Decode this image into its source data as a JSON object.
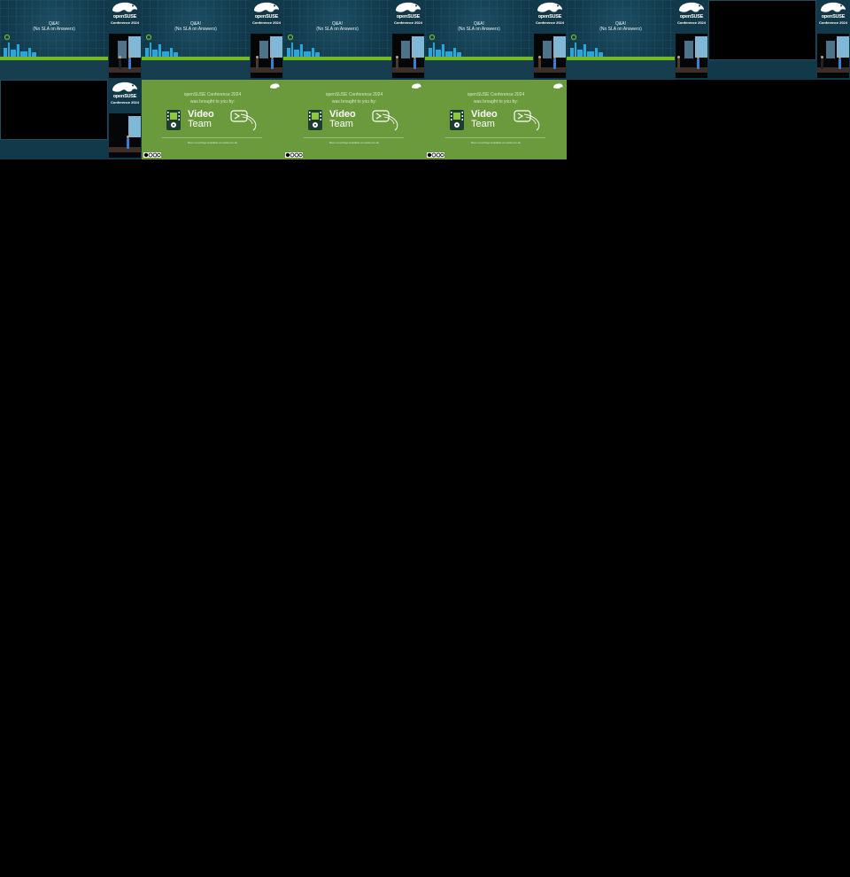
{
  "slide": {
    "line1": "Q&A!",
    "line2": "(No SLA on Answers)"
  },
  "brand": {
    "name": "openSUSE",
    "event": "Conference 2024"
  },
  "end_slide": {
    "line1": "openSUSE Conference 2024",
    "line2": "was brought to you by:",
    "team_word1": "Video",
    "team_word2": "Team",
    "note": "More recordings available at media.ccc.de"
  },
  "colors": {
    "slide_bg": "#123a4c",
    "accent_green": "#73ba25",
    "end_bg": "#6a9a3b"
  },
  "tiles": [
    {
      "kind": "slide"
    },
    {
      "kind": "slide"
    },
    {
      "kind": "slide"
    },
    {
      "kind": "slide"
    },
    {
      "kind": "slide"
    },
    {
      "kind": "black"
    },
    {
      "kind": "black"
    },
    {
      "kind": "end"
    },
    {
      "kind": "end"
    },
    {
      "kind": "end"
    }
  ]
}
